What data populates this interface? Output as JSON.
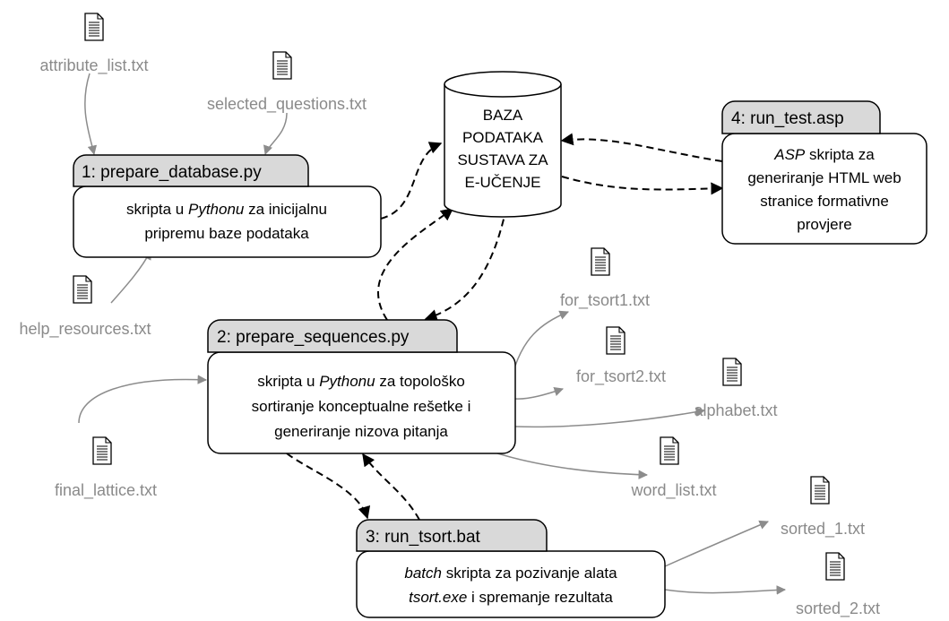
{
  "files": {
    "attribute_list": "attribute_list.txt",
    "selected_questions": "selected_questions.txt",
    "help_resources": "help_resources.txt",
    "final_lattice": "final_lattice.txt",
    "for_tsort1": "for_tsort1.txt",
    "for_tsort2": "for_tsort2.txt",
    "alphabet": "alphabet.txt",
    "word_list": "word_list.txt",
    "sorted_1": "sorted_1.txt",
    "sorted_2": "sorted_2.txt"
  },
  "database": {
    "line1": "BAZA",
    "line2": "PODATAKA",
    "line3": "SUSTAVA ZA",
    "line4": "E-UČENJE"
  },
  "boxes": {
    "prepare_database": {
      "title": "1: prepare_database.py",
      "line1_pre": "skripta u ",
      "line1_em": "Pythonu",
      "line1_post": " za inicijalnu",
      "line2": "pripremu baze podataka"
    },
    "prepare_sequences": {
      "title": "2: prepare_sequences.py",
      "line1_pre": "skripta u ",
      "line1_em": "Pythonu",
      "line1_post": " za topološko",
      "line2": "sortiranje konceptualne rešetke i",
      "line3": "generiranje nizova pitanja"
    },
    "run_tsort": {
      "title": "3: run_tsort.bat",
      "line1_em": "batch",
      "line1_post": " skripta za pozivanje alata",
      "line2_em": "tsort.exe",
      "line2_post": " i spremanje rezultata"
    },
    "run_test": {
      "title": "4: run_test.asp",
      "line1_em": "ASP",
      "line1_post": " skripta za",
      "line2": "generiranje HTML web",
      "line3": "stranice formativne",
      "line4": "provjere"
    }
  },
  "colors": {
    "header_fill": "#d9d9d9",
    "file_label": "#8a8a8a",
    "gray_arrow": "#8c8c8c"
  }
}
